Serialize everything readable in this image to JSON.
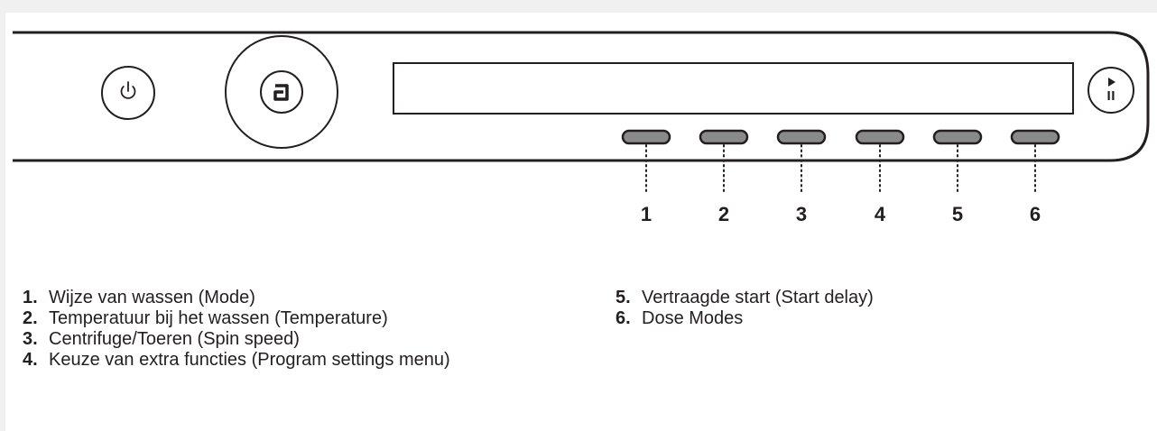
{
  "panel": {
    "power_icon": "power-icon",
    "mode_icon": "brand-a-icon",
    "start_pause_icon": "play-pause-icon",
    "colors": {
      "outline": "#231f20",
      "button_fill": "#8a8a8a",
      "background_band": "#f0f0f1"
    }
  },
  "callouts": [
    "1",
    "2",
    "3",
    "4",
    "5",
    "6"
  ],
  "legend": {
    "left": [
      {
        "number": "1.",
        "text": "Wijze van wassen (Mode)"
      },
      {
        "number": "2.",
        "text": "Temperatuur bij het wassen (Temperature)"
      },
      {
        "number": "3.",
        "text": "Centrifuge/Toeren (Spin speed)"
      },
      {
        "number": "4.",
        "text": "Keuze van extra functies (Program settings menu)"
      }
    ],
    "right": [
      {
        "number": "5.",
        "text": "Vertraagde start (Start delay)"
      },
      {
        "number": "6.",
        "text": "Dose Modes"
      }
    ]
  }
}
